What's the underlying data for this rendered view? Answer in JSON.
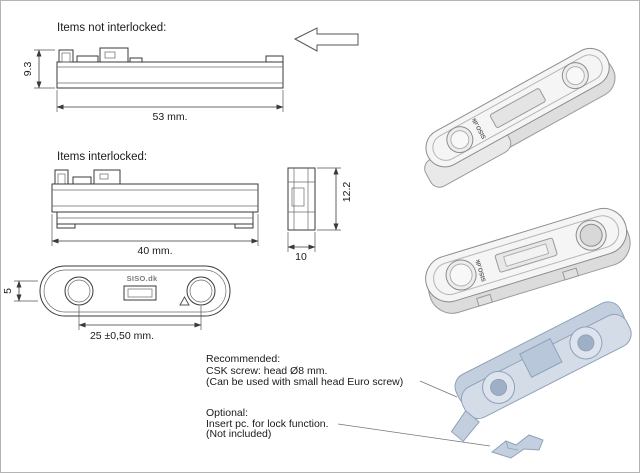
{
  "drawing": {
    "not_interlocked": {
      "title": "Items not interlocked:",
      "dim_height": "9.3",
      "dim_length": "53 mm."
    },
    "interlocked": {
      "title": "Items interlocked:",
      "dim_length": "40 mm.",
      "end_view": {
        "dim_width": "10",
        "dim_height": "12.2"
      }
    },
    "top_view": {
      "dim_depth": "5",
      "dim_hole_spacing": "25 ±0,50 mm."
    }
  },
  "branding": {
    "logo": "SISO.dk"
  },
  "notes": {
    "recommended": {
      "title": "Recommended:",
      "line1": "CSK screw: head Ø8 mm.",
      "line2": "(Can be used with small head Euro screw)"
    },
    "optional": {
      "title": "Optional:",
      "line1": "Insert pc. for lock function.",
      "line2": "(Not included)"
    }
  },
  "colors": {
    "line": "#3a3a3a",
    "dimension": "#444444",
    "render_gray": "#f5f5f5",
    "render_blue": "#cdd8e6",
    "background": "#ffffff"
  }
}
